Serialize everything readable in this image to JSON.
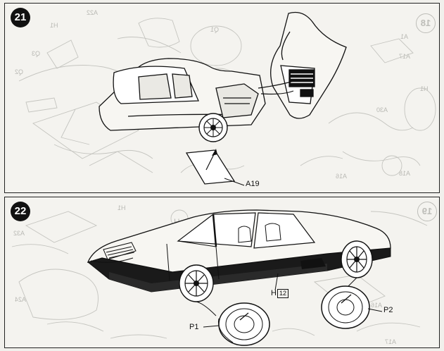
{
  "steps": [
    {
      "number": "21",
      "ghost_step": "18",
      "labels": {
        "bonnet_part": "A19"
      },
      "ghost_labels": [
        "A22",
        "H1",
        "Q1",
        "Q3",
        "Q2",
        "A1",
        "A17",
        "A30",
        "H1",
        "A18",
        "A16"
      ]
    },
    {
      "number": "22",
      "ghost_step": "19",
      "labels": {
        "underbody_part": "H",
        "underbody_part_box": "12",
        "front_tire": "P1",
        "rear_tire": "P2"
      },
      "ghost_labels": [
        "H",
        "A16",
        "A32",
        "A24",
        "A17",
        "H1"
      ]
    }
  ],
  "colors": {
    "ink": "#111111",
    "ghost": "#c4c4bf",
    "paper": "#f4f3ef"
  }
}
